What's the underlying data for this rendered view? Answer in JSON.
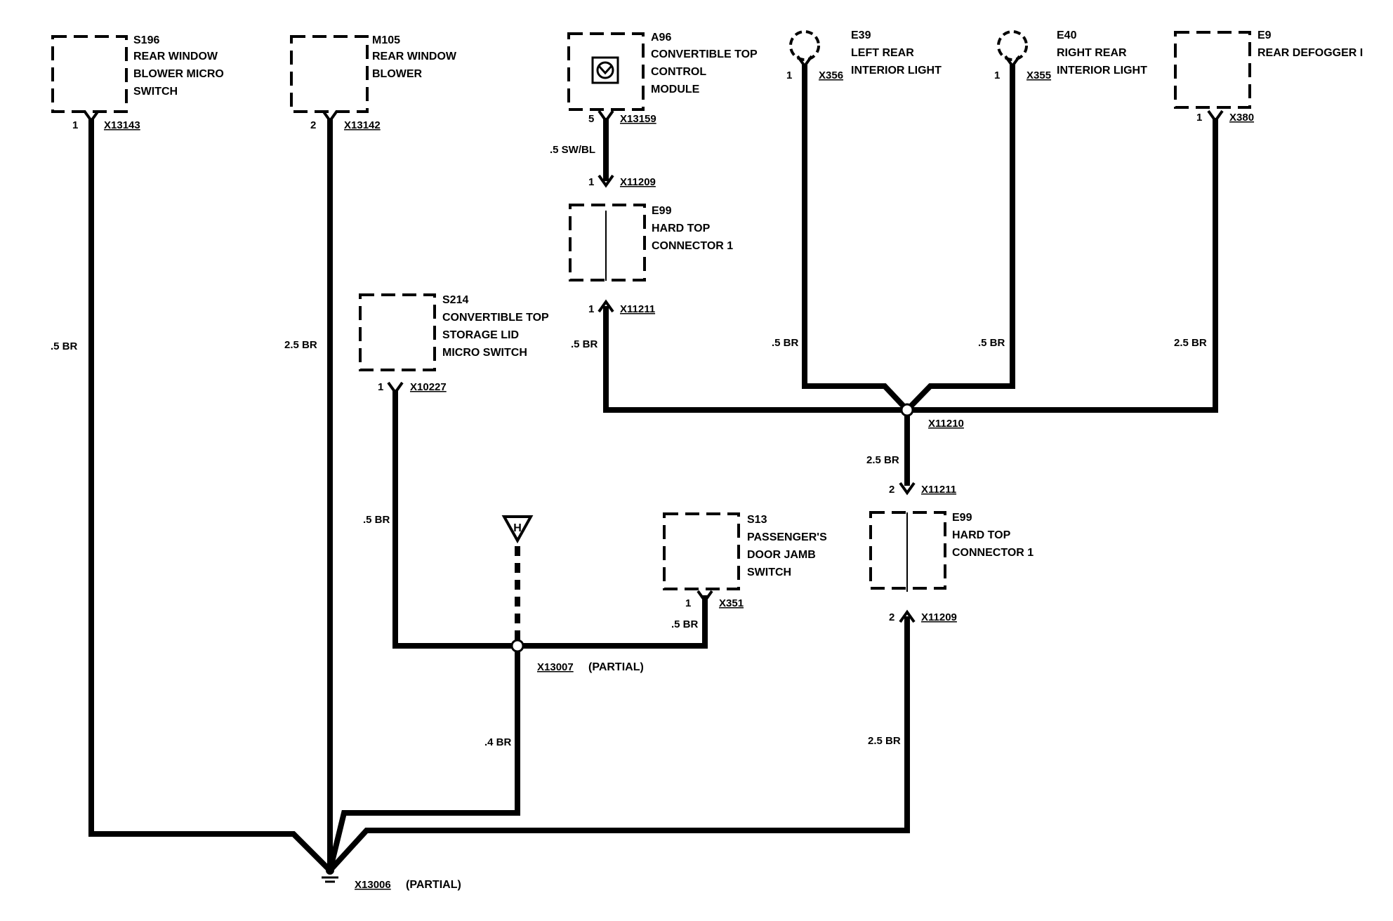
{
  "components": [
    {
      "id": "s196",
      "code": "S196",
      "lines": [
        "REAR WINDOW",
        "BLOWER MICRO",
        "SWITCH"
      ]
    },
    {
      "id": "m105",
      "code": "M105",
      "lines": [
        "REAR WINDOW",
        "BLOWER"
      ]
    },
    {
      "id": "a96",
      "code": "A96",
      "lines": [
        "CONVERTIBLE TOP",
        "CONTROL",
        "MODULE"
      ]
    },
    {
      "id": "e39",
      "code": "E39",
      "lines": [
        "LEFT REAR",
        "INTERIOR LIGHT"
      ]
    },
    {
      "id": "e40",
      "code": "E40",
      "lines": [
        "RIGHT REAR",
        "INTERIOR LIGHT"
      ]
    },
    {
      "id": "e9",
      "code": "E9",
      "lines": [
        "REAR DEFOGGER I"
      ]
    },
    {
      "id": "e99a",
      "code": "E99",
      "lines": [
        "HARD TOP",
        "CONNECTOR 1"
      ]
    },
    {
      "id": "s214",
      "code": "S214",
      "lines": [
        "CONVERTIBLE TOP",
        "STORAGE LID",
        "MICRO SWITCH"
      ]
    },
    {
      "id": "s13",
      "code": "S13",
      "lines": [
        "PASSENGER'S",
        "DOOR JAMB",
        "SWITCH"
      ]
    },
    {
      "id": "e99b",
      "code": "E99",
      "lines": [
        "HARD TOP",
        "CONNECTOR 1"
      ]
    }
  ],
  "connectors": {
    "c_s196": "X13143",
    "c_m105": "X13142",
    "c_a96": "X13159",
    "c_a96b": "X11209",
    "c_e99a_bot": "X11211",
    "c_e39": "X356",
    "c_e40": "X355",
    "c_e9": "X380",
    "c_s214": "X10227",
    "c_splice": "X11210",
    "c_e99b_top": "X11211",
    "c_e99b_bot": "X11209",
    "c_s13": "X351",
    "c_x13007": "X13007",
    "c_ground": "X13006"
  },
  "pins": {
    "p_s196": "1",
    "p_m105": "2",
    "p_a96": "5",
    "p_a96b": "1",
    "p_e99a_bot": "1",
    "p_e39": "1",
    "p_e40": "1",
    "p_e9": "1",
    "p_s214": "1",
    "p_e99b_top": "2",
    "p_e99b_bot": "2",
    "p_s13": "1"
  },
  "wires": {
    "w_s196": ".5 BR",
    "w_m105": "2.5 BR",
    "w_a96top": ".5 SW/BL",
    "w_a96": ".5 BR",
    "w_e39": ".5 BR",
    "w_e40": ".5 BR",
    "w_e9": "2.5 BR",
    "w_splice": "2.5 BR",
    "w_s214": ".5 BR",
    "w_s13": ".5 BR",
    "w_x13007": ".4 BR",
    "w_e99b": "2.5 BR"
  },
  "notes": {
    "partial_x13007": "(PARTIAL)",
    "partial_ground": "(PARTIAL)",
    "antenna": "H"
  }
}
